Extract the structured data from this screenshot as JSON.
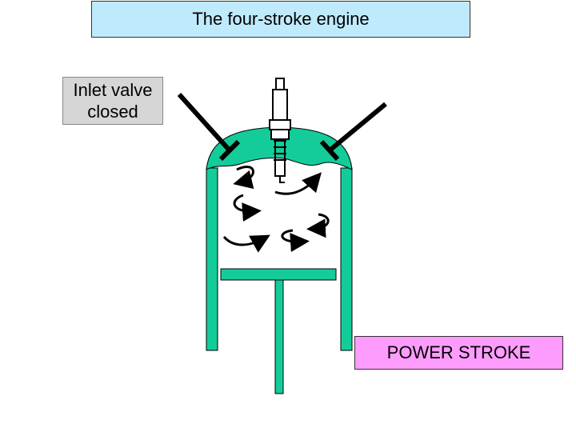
{
  "title": "The four-stroke engine",
  "valve_label": "Inlet valve\nclosed",
  "stroke_label": "POWER STROKE",
  "colors": {
    "title_bg": "#bfeafc",
    "valve_label_bg": "#d6d6d6",
    "stroke_label_bg": "#fe9cfe",
    "engine_body": "#13cc99",
    "outline": "#000000"
  },
  "icons": [
    "spark-plug-icon",
    "inlet-valve-icon",
    "exhaust-valve-icon",
    "swirl-arrow-icon"
  ]
}
